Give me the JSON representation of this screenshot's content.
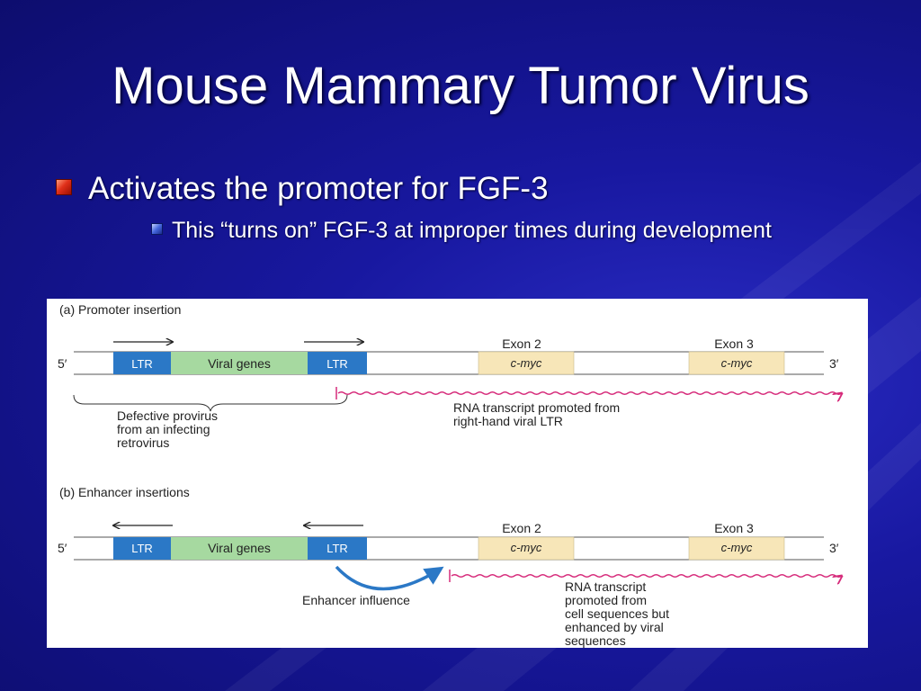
{
  "slide": {
    "title": "Mouse Mammary Tumor Virus",
    "bullet_l1": "Activates the promoter for FGF-3",
    "bullet_l2": "This “turns on” FGF-3 at improper times during development"
  },
  "colors": {
    "background": "#1818a0",
    "ltr_box": "#2b78c6",
    "viral_box": "#a6d9a0",
    "cmyc_box": "#f7e6b8",
    "rna_wave": "#d62a7a",
    "enhancer_arrow": "#2b78c6"
  },
  "figure": {
    "panel_a": {
      "label": "(a)  Promoter insertion",
      "five_prime": "5′",
      "three_prime": "3′",
      "ltr_left": "LTR",
      "viral_genes": "Viral genes",
      "ltr_right": "LTR",
      "exon2_label": "Exon 2",
      "exon2_box": "c-myc",
      "exon3_label": "Exon 3",
      "exon3_box": "c-myc",
      "brace_caption": [
        "Defective provirus",
        "from an infecting",
        "retrovirus"
      ],
      "rna_caption": [
        "RNA transcript promoted from",
        "right-hand viral LTR"
      ]
    },
    "panel_b": {
      "label": "(b)  Enhancer insertions",
      "five_prime": "5′",
      "three_prime": "3′",
      "ltr_left": "LTR",
      "viral_genes": "Viral genes",
      "ltr_right": "LTR",
      "exon2_label": "Exon 2",
      "exon2_box": "c-myc",
      "exon3_label": "Exon 3",
      "exon3_box": "c-myc",
      "enhancer_caption": "Enhancer influence",
      "rna_caption": [
        "RNA transcript",
        "promoted from",
        "cell sequences but",
        "enhanced by viral",
        "sequences"
      ]
    }
  }
}
